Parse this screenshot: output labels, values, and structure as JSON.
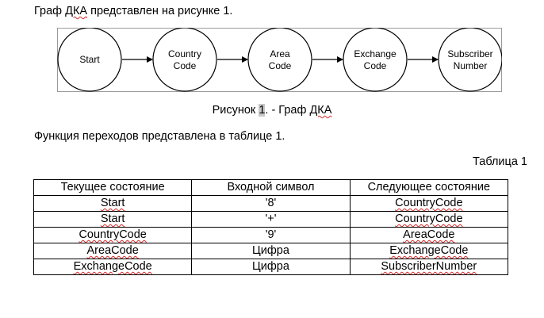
{
  "document": {
    "intro": {
      "before": "Граф ",
      "term": "ДКА",
      "after": " представлен на рисунке 1."
    },
    "diagram": {
      "states": [
        {
          "line1": "Start",
          "line2": ""
        },
        {
          "line1": "Country",
          "line2": "Code"
        },
        {
          "line1": "Area",
          "line2": "Code"
        },
        {
          "line1": "Exchange",
          "line2": "Code"
        },
        {
          "line1": "Subscriber",
          "line2": "Number"
        }
      ]
    },
    "figure_caption": {
      "prefix": "Рисунок ",
      "number": "1",
      "middle": ". - Граф ",
      "term": "ДКА"
    },
    "function_text": "Функция переходов представлена в таблице 1.",
    "table_caption": "Таблица 1",
    "table": {
      "headers": [
        "Текущее состояние",
        "Входной символ",
        "Следующее состояние"
      ],
      "rows": [
        [
          "Start",
          "'8'",
          "CountryCode"
        ],
        [
          "Start",
          "'+'",
          "CountryCode"
        ],
        [
          "CountryCode",
          "'9'",
          "AreaCode"
        ],
        [
          "AreaCode",
          "Цифра",
          "ExchangeCode"
        ],
        [
          "ExchangeCode",
          "Цифра",
          "SubscriberNumber"
        ]
      ]
    }
  }
}
